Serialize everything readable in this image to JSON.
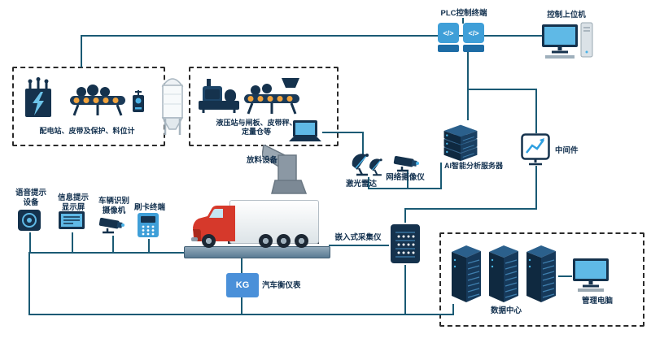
{
  "labels": {
    "plc": "PLC控制终端",
    "code": "</>",
    "control_host": "控制上位机",
    "group1": "配电站、皮带及保护、料位计",
    "group2": "液压站与闸板、皮带秤、\n定量仓等",
    "discharge": "放料设备",
    "lidar": "激光雷达",
    "net_camera": "网络摄像仪",
    "ai_server": "AI智能分析服务器",
    "middleware": "中间件",
    "voice": "语音提示\n设备",
    "display": "信息提示\n显示屏",
    "vehicle_cam": "车辆识别\n摄像机",
    "card": "刷卡终端",
    "kg": "KG",
    "scale_meter": "汽车衡仪表",
    "collector": "嵌入式采集仪",
    "datacenter": "数据中心",
    "mgmt_pc": "管理电脑"
  },
  "colors": {
    "connector": "#1a5a74",
    "navy_icon": "#15324d",
    "accent_blue": "#3f9fd8",
    "screen_blue": "#5fb9e6",
    "roller_orange": "#f2a33c",
    "truck_red": "#d6392b",
    "kg_box_blue": "#4a90d9"
  }
}
